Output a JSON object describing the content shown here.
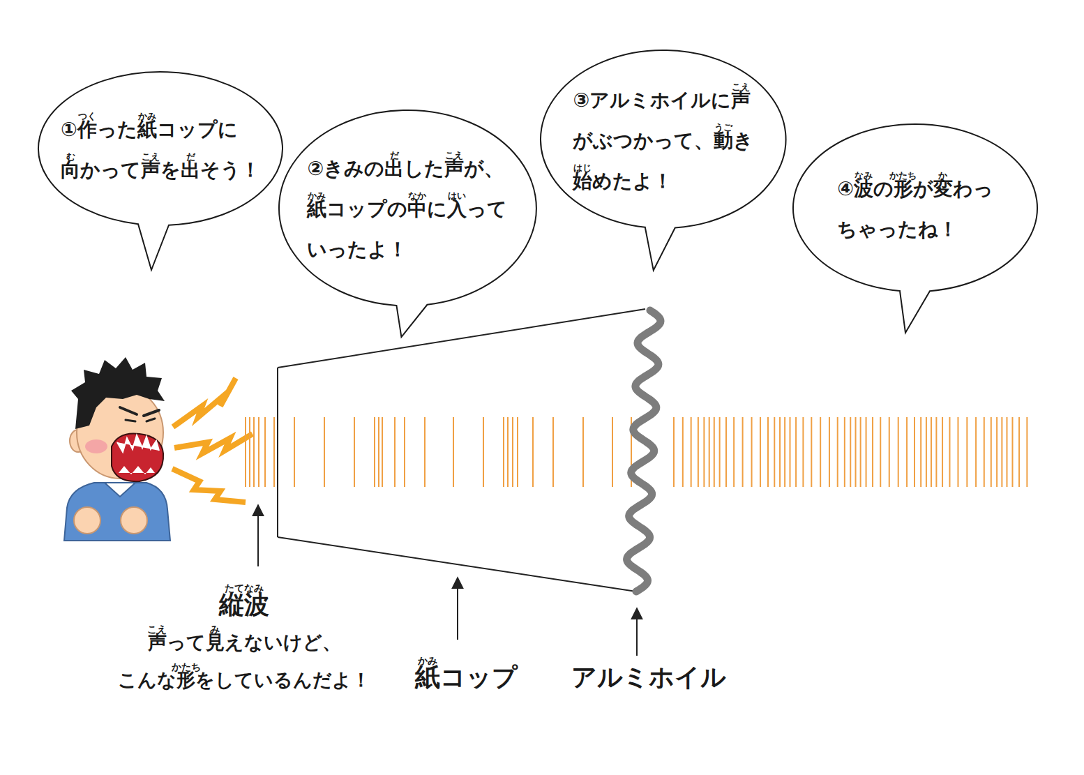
{
  "diagram": {
    "nodes": [
      {
        "text": [
          "①作った紙コップに 向かって声を出そう！",
          "つく",
          "かみ",
          "む",
          "こえ",
          "だ"
        ]
      },
      {
        "text": [
          "②きみの出した声が、 紙コップの中に入って いったよ！",
          "だ",
          "こえ",
          "かみ",
          "なか",
          "はい"
        ]
      },
      {
        "text": [
          "③アルミホイルに声 がぶつかって、動き 始めたよ！",
          "こえ",
          "うご",
          "はじ"
        ]
      },
      {
        "text": [
          "④波の形が変わっ ちゃったね！",
          "なみ",
          "かたち",
          "か"
        ]
      }
    ],
    "labels": [
      "たてなみ",
      "縦波",
      "こえ",
      "み",
      "かたち",
      "声って見えないけど、 こんな形をしているんだよ！",
      "かみ",
      "紙コップ",
      "アルミホイル"
    ]
  }
}
